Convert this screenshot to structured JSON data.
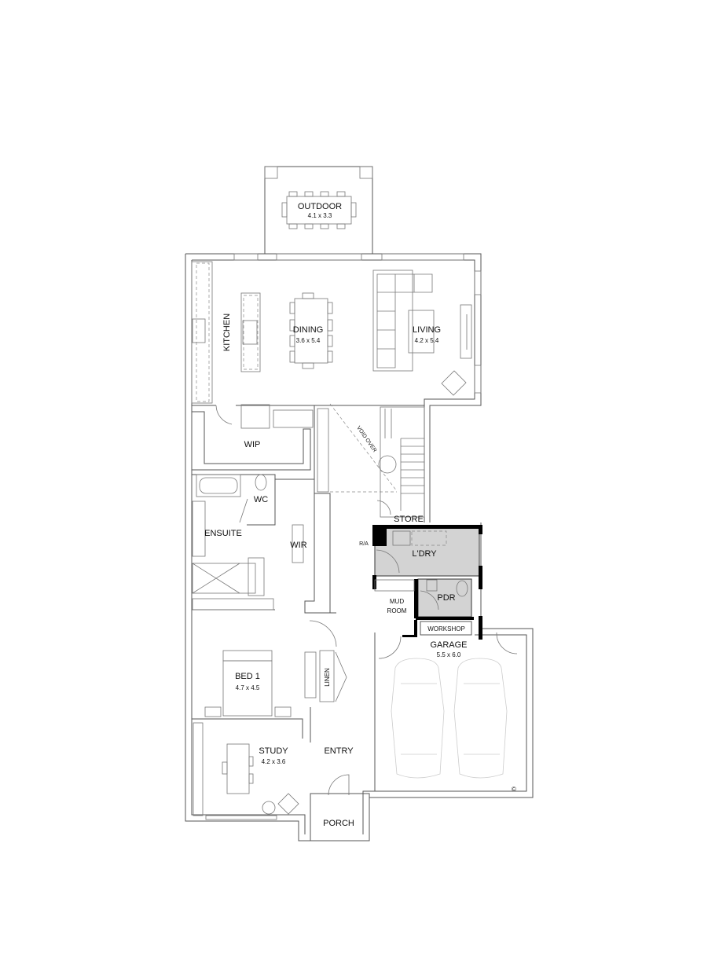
{
  "rooms": {
    "outdoor": {
      "name": "OUTDOOR",
      "size": "4.1 x 3.3"
    },
    "kitchen": {
      "name": "KITCHEN"
    },
    "dining": {
      "name": "DINING",
      "size": "3.6 x 5.4"
    },
    "living": {
      "name": "LIVING",
      "size": "4.2 x 5.4"
    },
    "wip": {
      "name": "WIP"
    },
    "void": {
      "name": "VOID OVER"
    },
    "wc": {
      "name": "WC"
    },
    "ensuite": {
      "name": "ENSUITE"
    },
    "wir": {
      "name": "WIR"
    },
    "store": {
      "name": "STORE"
    },
    "ra": {
      "name": "R/A"
    },
    "laundry": {
      "name": "L'DRY"
    },
    "mudroom": {
      "name_line1": "MUD",
      "name_line2": "ROOM"
    },
    "pdr": {
      "name": "PDR"
    },
    "workshop": {
      "name": "WORKSHOP"
    },
    "garage": {
      "name": "GARAGE",
      "size": "5.5 x 6.0"
    },
    "bed1": {
      "name": "BED 1",
      "size": "4.7 x 4.5"
    },
    "linen": {
      "name": "LINEN"
    },
    "study": {
      "name": "STUDY",
      "size": "4.2 x 3.6"
    },
    "entry": {
      "name": "ENTRY"
    },
    "porch": {
      "name": "PORCH"
    }
  },
  "copyright_mark": "©",
  "colors": {
    "wet_area_fill": "#d3d3d3",
    "wall": "#555555",
    "solid_wall": "#000000"
  }
}
